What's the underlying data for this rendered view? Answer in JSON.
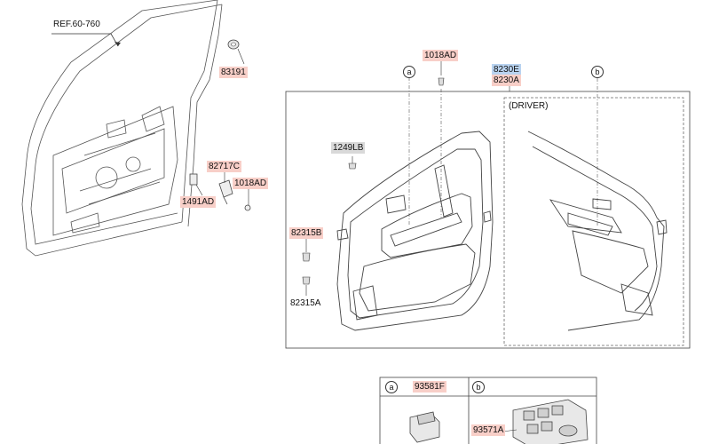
{
  "labels": {
    "ref": "REF.60-760",
    "p83191": "83191",
    "p82717C": "82717C",
    "p1018AD_left": "1018AD",
    "p1491AD": "1491AD",
    "p1018AD_top": "1018AD",
    "p8230E": "8230E",
    "p8230A": "8230A",
    "p1249LB": "1249LB",
    "p82315B": "82315B",
    "p82315A": "82315A",
    "driver": "(DRIVER)",
    "p93581F": "93581F",
    "p93571A": "93571A"
  },
  "callouts": {
    "a": "a",
    "b": "b"
  },
  "colors": {
    "line": "#4d4d4d",
    "highlight_pink": "#f8cfc8",
    "highlight_grey": "#d9d9d9",
    "highlight_blue": "#b9d3f0"
  }
}
